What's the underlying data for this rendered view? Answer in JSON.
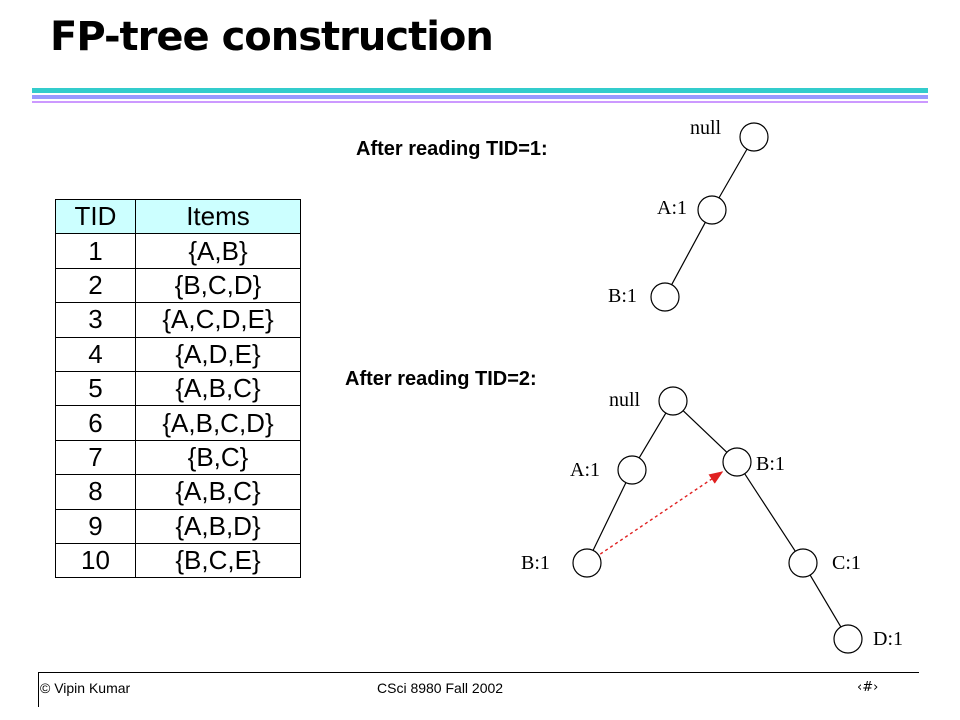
{
  "title": "FP-tree construction",
  "table": {
    "headers": [
      "TID",
      "Items"
    ],
    "rows": [
      [
        "1",
        "{A,B}"
      ],
      [
        "2",
        "{B,C,D}"
      ],
      [
        "3",
        "{A,C,D,E}"
      ],
      [
        "4",
        "{A,D,E}"
      ],
      [
        "5",
        "{A,B,C}"
      ],
      [
        "6",
        "{A,B,C,D}"
      ],
      [
        "7",
        "{B,C}"
      ],
      [
        "8",
        "{A,B,C}"
      ],
      [
        "9",
        "{A,B,D}"
      ],
      [
        "10",
        "{B,C,E}"
      ]
    ]
  },
  "tree1": {
    "caption": "After reading TID=1:",
    "nodes": [
      {
        "id": "null",
        "label": "null"
      },
      {
        "id": "a",
        "label": "A:1"
      },
      {
        "id": "b",
        "label": "B:1"
      }
    ],
    "edges": [
      [
        "null",
        "a"
      ],
      [
        "a",
        "b"
      ]
    ]
  },
  "tree2": {
    "caption": "After reading TID=2:",
    "nodes": [
      {
        "id": "null",
        "label": "null"
      },
      {
        "id": "a",
        "label": "A:1"
      },
      {
        "id": "ab",
        "label": "B:1"
      },
      {
        "id": "b",
        "label": "B:1"
      },
      {
        "id": "c",
        "label": "C:1"
      },
      {
        "id": "d",
        "label": "D:1"
      }
    ],
    "edges": [
      [
        "null",
        "a"
      ],
      [
        "null",
        "b"
      ],
      [
        "a",
        "ab"
      ],
      [
        "b",
        "c"
      ],
      [
        "c",
        "d"
      ]
    ],
    "node_links": [
      [
        "ab",
        "b"
      ]
    ]
  },
  "colors": {
    "node_link": "#e02020",
    "header_fill": "#ccffff"
  },
  "footer": {
    "left": "© Vipin Kumar",
    "center": "CSci 8980 Fall 2002",
    "page_mark": "‹#›"
  }
}
